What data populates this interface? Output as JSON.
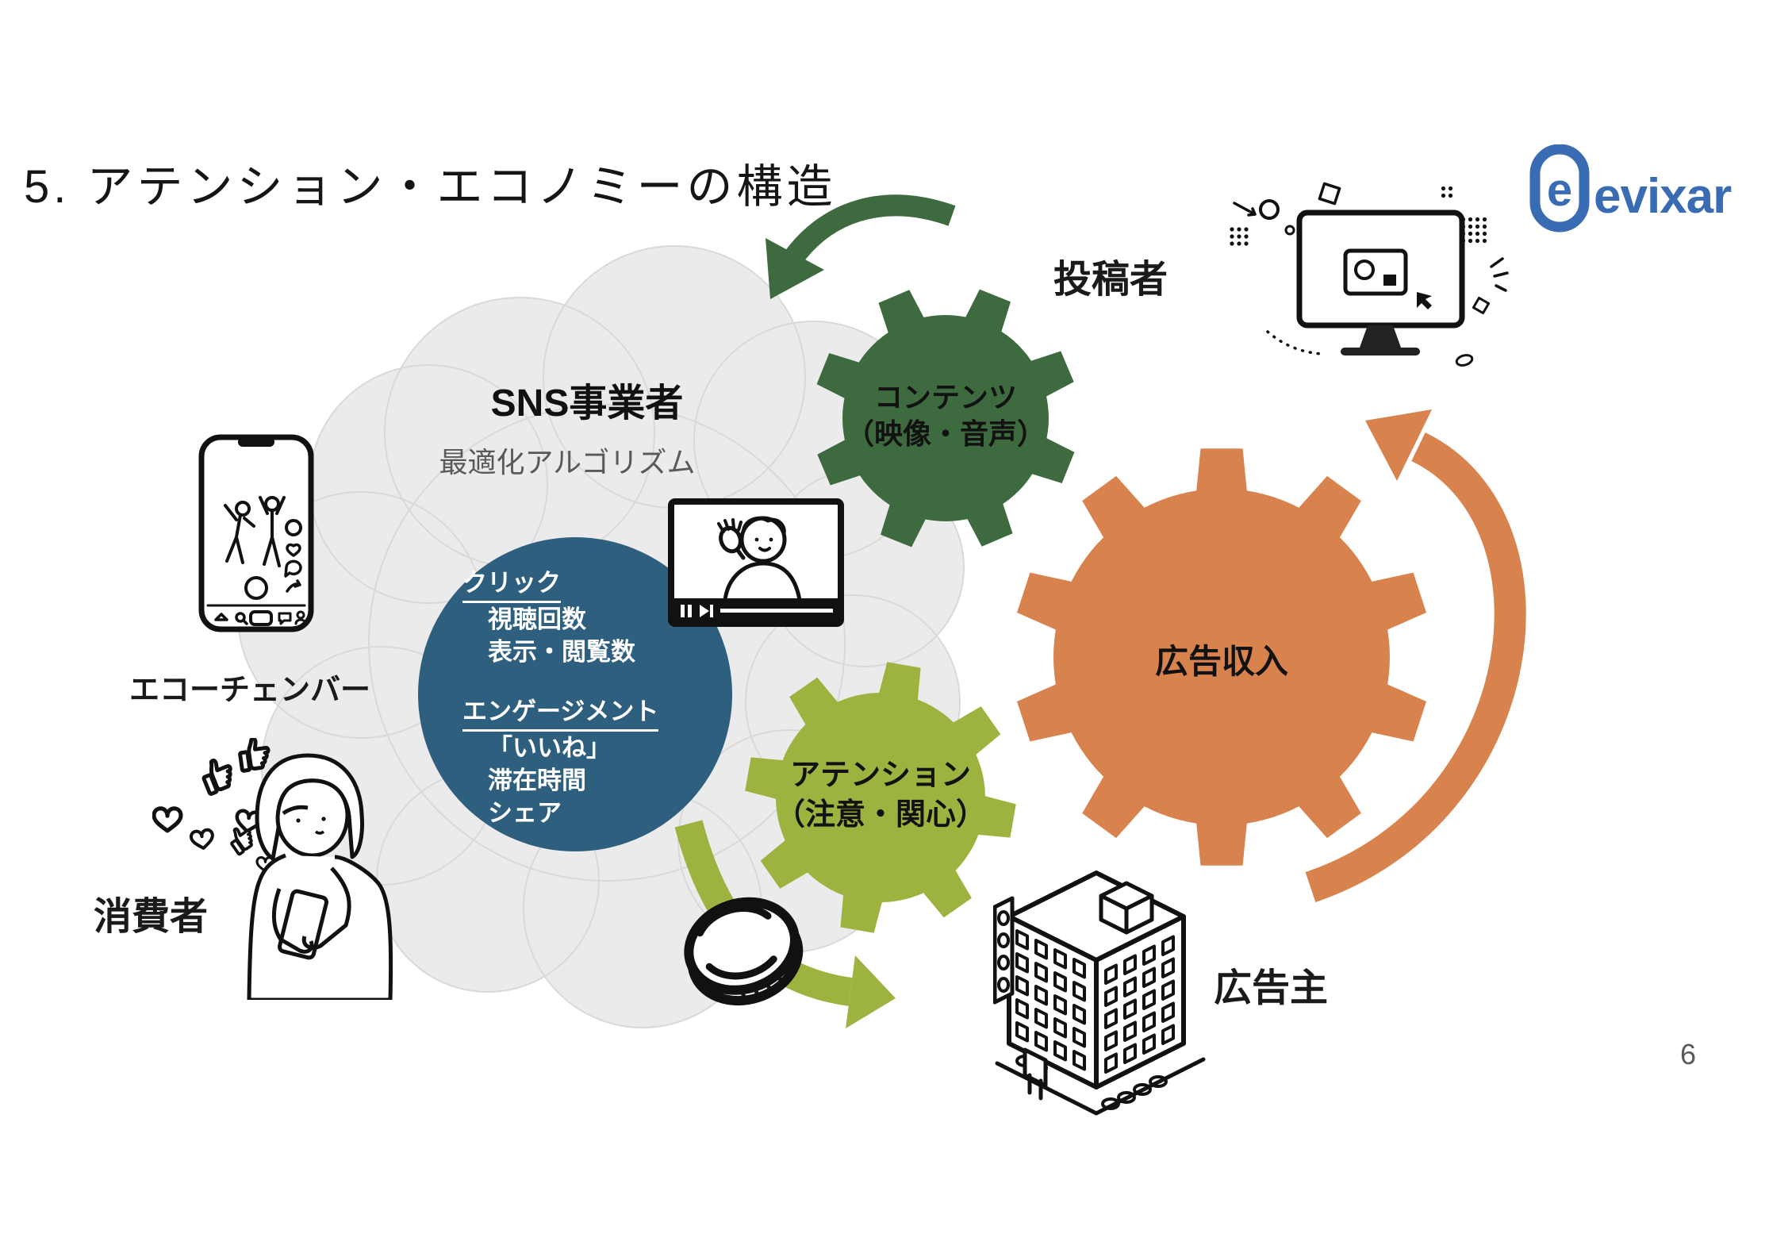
{
  "slide": {
    "title": "5. アテンション・エコノミーの構造",
    "page_number": "6"
  },
  "logo": {
    "text": "evixar",
    "icon_letter": "e",
    "color": "#3a6cb4"
  },
  "cloud": {
    "fill": "#ebebeb",
    "stroke": "#d9d9d9",
    "title": "SNS事業者",
    "subtitle": "最適化アルゴリズム"
  },
  "metrics_circle": {
    "color": "#2f5f7e",
    "click_heading": "クリック",
    "click_items": [
      "視聴回数",
      "表示・閲覧数"
    ],
    "engagement_heading": "エンゲージメント",
    "engagement_items": [
      "「いいね」",
      "滞在時間",
      "シェア"
    ]
  },
  "gears": {
    "content": {
      "line1": "コンテンツ",
      "line2": "（映像・音声）",
      "color": "#3d6b3f"
    },
    "attention": {
      "line1": "アテンション",
      "line2": "（注意・関心）",
      "color": "#9db33f"
    },
    "ad_revenue": {
      "label": "広告収入",
      "color": "#d8824d"
    }
  },
  "labels": {
    "poster": "投稿者",
    "echo_chamber": "エコーチェンバー",
    "consumer": "消費者",
    "advertiser": "広告主"
  },
  "icons": {
    "smartphone": "smartphone-shorts-app-icon",
    "video_player": "video-player-icon",
    "consumer_illustration": "woman-with-phone-icon",
    "creator_illustration": "desktop-creation-icon",
    "building": "office-building-icon",
    "coin": "coin-icon"
  }
}
